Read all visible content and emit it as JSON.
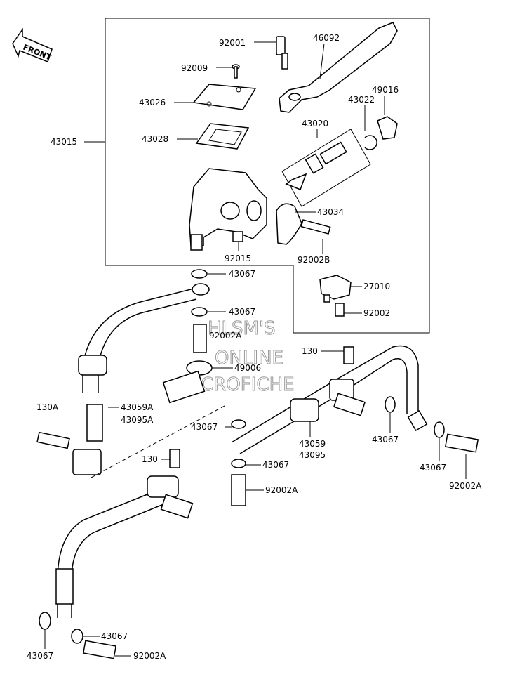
{
  "front_label": "FRONT",
  "watermark": [
    "HLSM'S",
    "ONLINE",
    "MICROFICHE"
  ],
  "labels": {
    "p92001": "92001",
    "p46092": "46092",
    "p92009": "92009",
    "p49016": "49016",
    "p43022": "43022",
    "p43026": "43026",
    "p43020": "43020",
    "p43015": "43015",
    "p43028": "43028",
    "p43034": "43034",
    "p92015": "92015",
    "p92002B": "92002B",
    "p43067_a": "43067",
    "p27010": "27010",
    "p43067_b": "43067",
    "p92002": "92002",
    "p92002A_a": "92002A",
    "p130_a": "130",
    "p49006": "49006",
    "p130A": "130A",
    "p43059A": "43059A",
    "p43095A": "43095A",
    "p43067_c": "43067",
    "p43067_d": "43067",
    "p43059": "43059",
    "p43095": "43095",
    "p130_b": "130",
    "p43067_e": "43067",
    "p43067_f": "43067",
    "p92002A_b": "92002A",
    "p92002A_c": "92002A",
    "p43067_g": "43067",
    "p43067_h": "43067",
    "p92002A_d": "92002A"
  }
}
